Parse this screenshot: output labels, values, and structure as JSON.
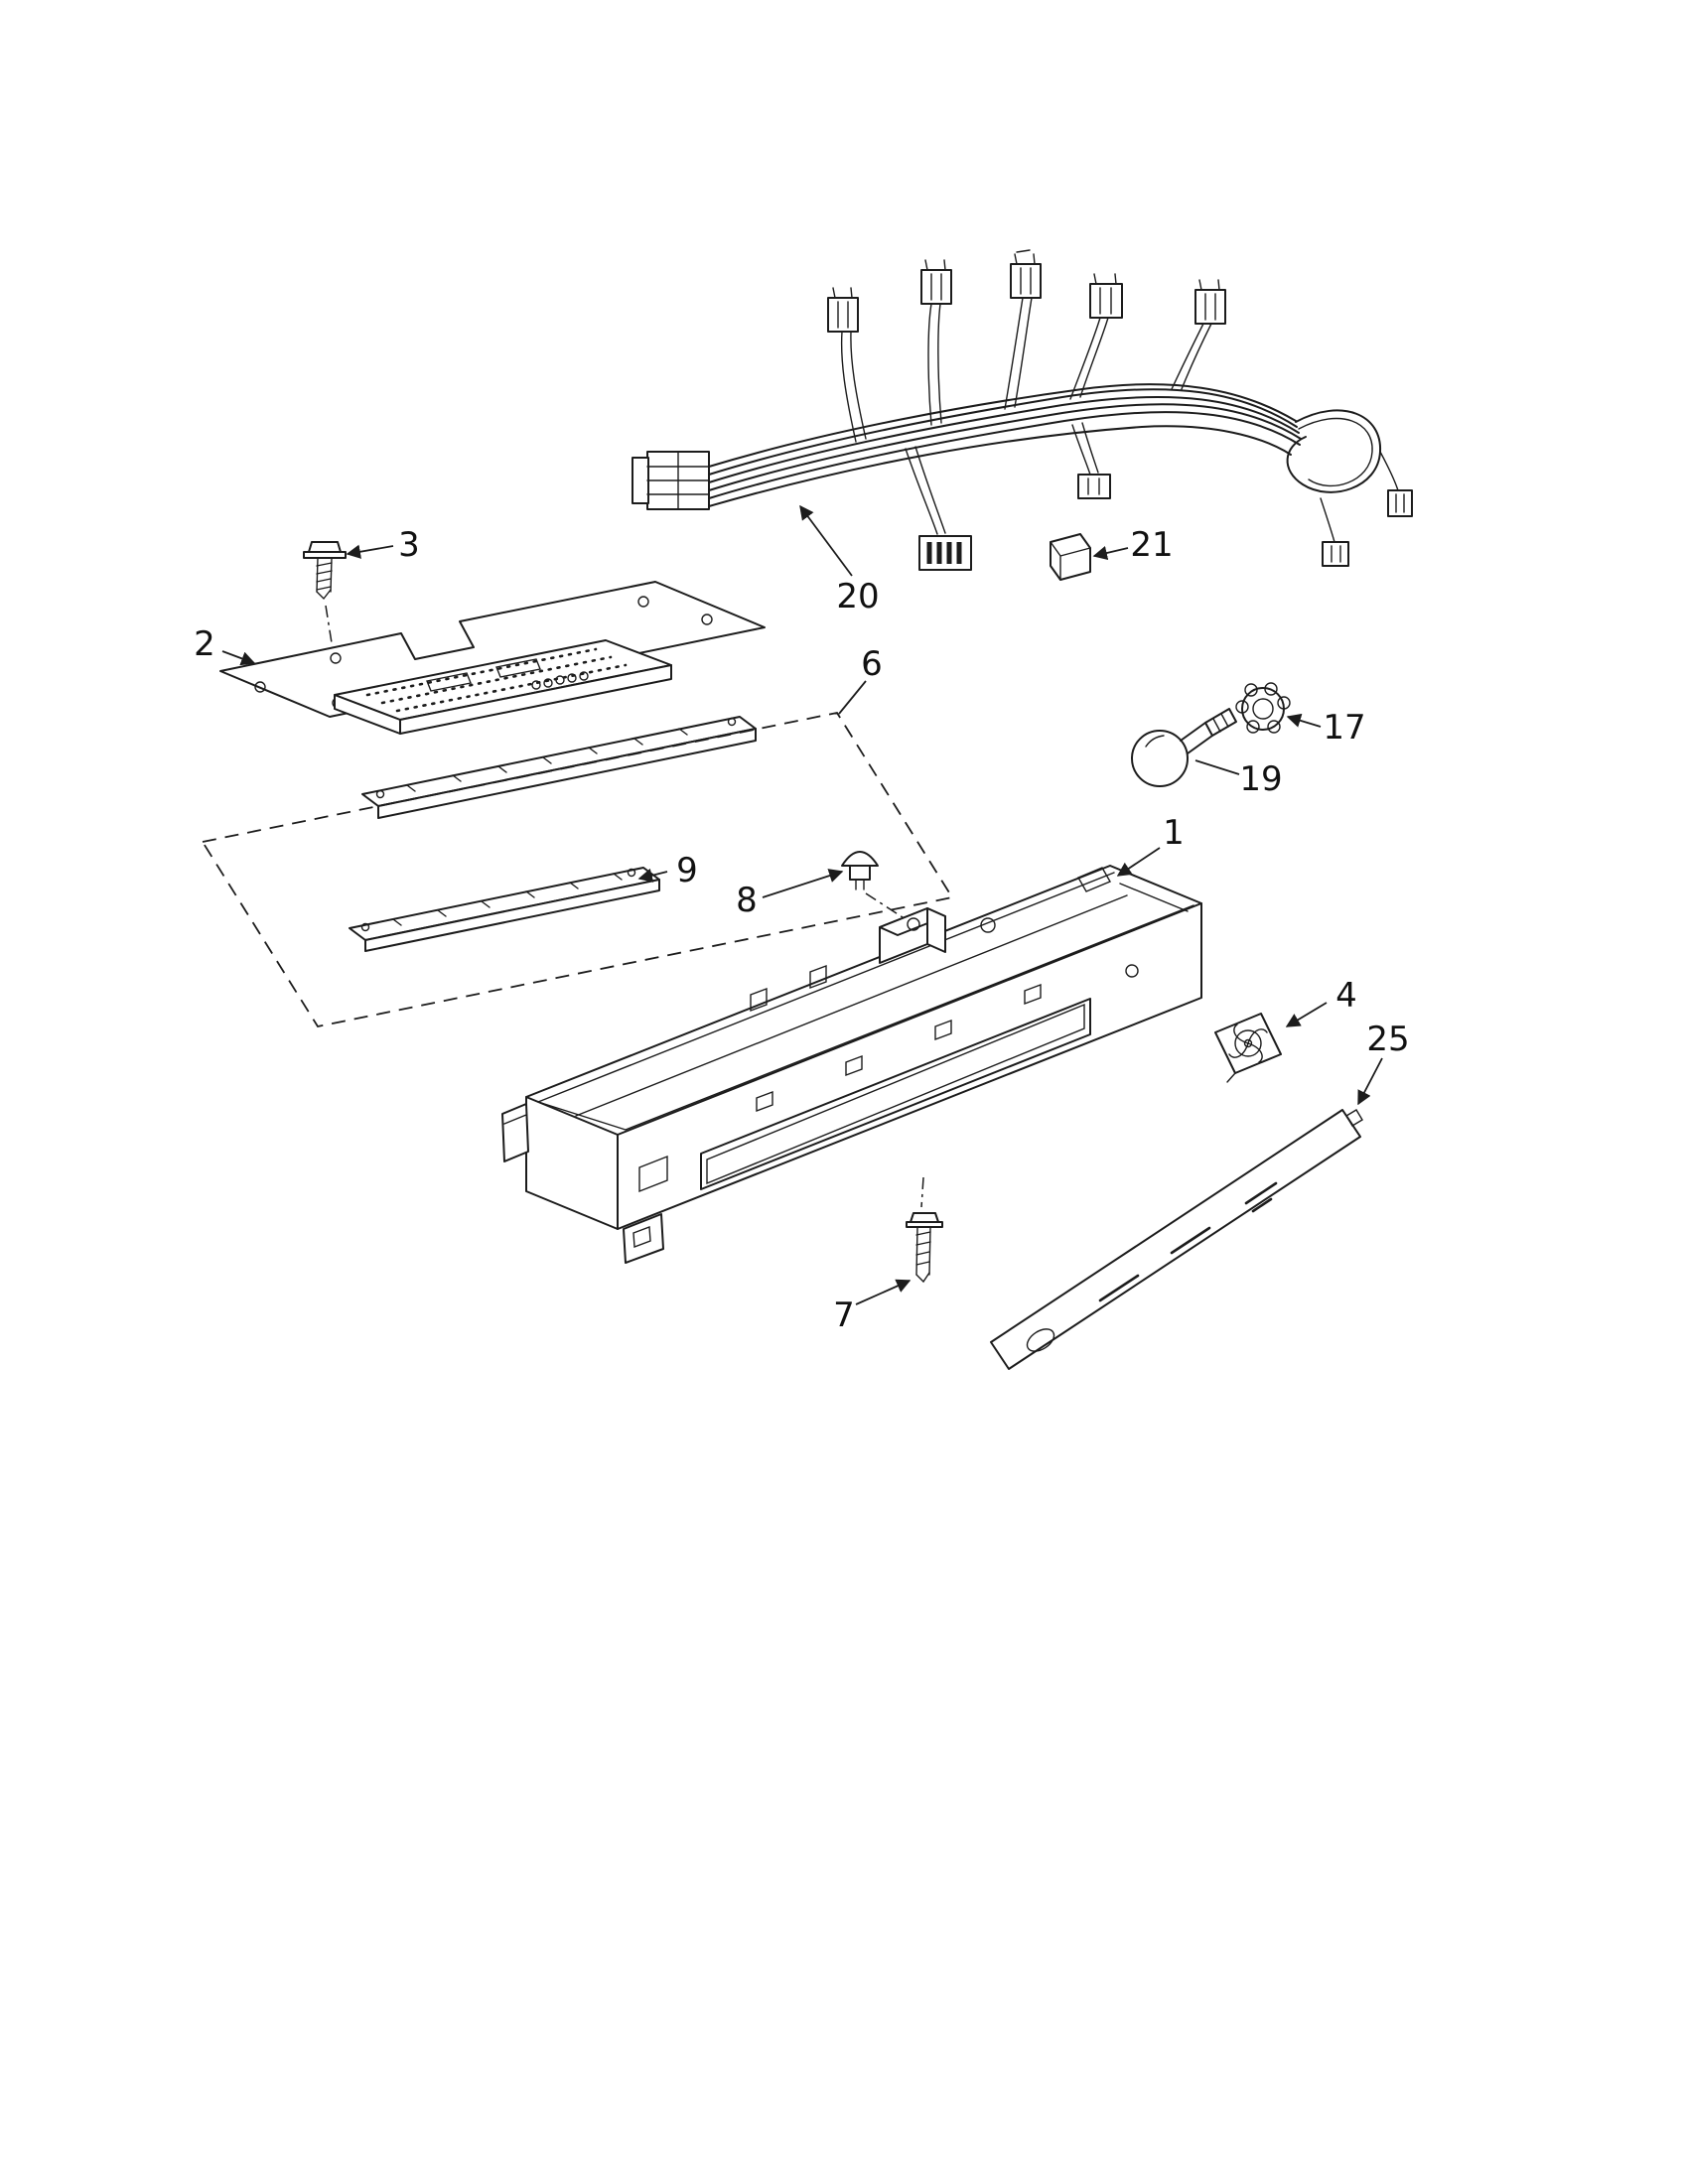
{
  "page": {
    "background": "#ffffff",
    "ink": "#1c1c1c"
  },
  "diagram": {
    "kind": "exploded-parts-diagram",
    "callouts": [
      {
        "num": "3"
      },
      {
        "num": "2"
      },
      {
        "num": "20"
      },
      {
        "num": "21"
      },
      {
        "num": "6"
      },
      {
        "num": "17"
      },
      {
        "num": "19"
      },
      {
        "num": "9"
      },
      {
        "num": "8"
      },
      {
        "num": "1"
      },
      {
        "num": "4"
      },
      {
        "num": "25"
      },
      {
        "num": "7"
      }
    ]
  }
}
